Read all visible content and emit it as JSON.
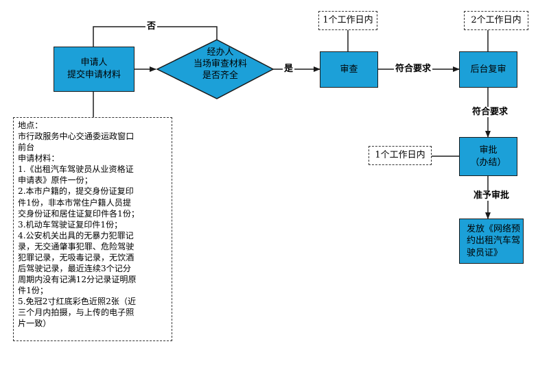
{
  "nodes": {
    "apply": [
      "申请人",
      "提交申请材料"
    ],
    "decision": [
      "经办人",
      "当场审查材料",
      "是否齐全"
    ],
    "review": "审查",
    "backend_review": "后台复审",
    "approve": [
      "审批",
      "（办结）"
    ],
    "issue": [
      "发放《网络预",
      "约出租汽车驾",
      "驶员证》"
    ]
  },
  "time_notes": {
    "review": "1个工作日内",
    "backend_review": "2个工作日内",
    "approve": "1个工作日内"
  },
  "edge_labels": {
    "no": "否",
    "yes": "是",
    "meets_1": "符合要求",
    "meets_2": "符合要求",
    "grant": "准予审批"
  },
  "notes": [
    "地点：",
    "市行政服务中心交通委运政窗口",
    "前台",
    "申请材料：",
    "1.《出租汽车驾驶员从业资格证",
    "申请表》原件一份；",
    "2.本市户籍的，提交身份证复印",
    "件1份，非本市常住户籍人员提",
    "交身份证和居住证复印件各1份；",
    "3.机动车驾驶证复印件1份；",
    "4.公安机关出具的无暴力犯罪记",
    "录，无交通肇事犯罪、危险驾驶",
    "犯罪记录，无吸毒记录，无饮酒",
    "后驾驶记录，最近连续3个记分",
    "周期内没有记满12分记录证明原",
    "件1份；",
    "5.免冠2寸红底彩色近照2张（近",
    "三个月内拍摄，与上传的电子照",
    "片一致）"
  ],
  "colors": {
    "node_fill": "#1ca0d8",
    "line": "#1a1a1a"
  }
}
